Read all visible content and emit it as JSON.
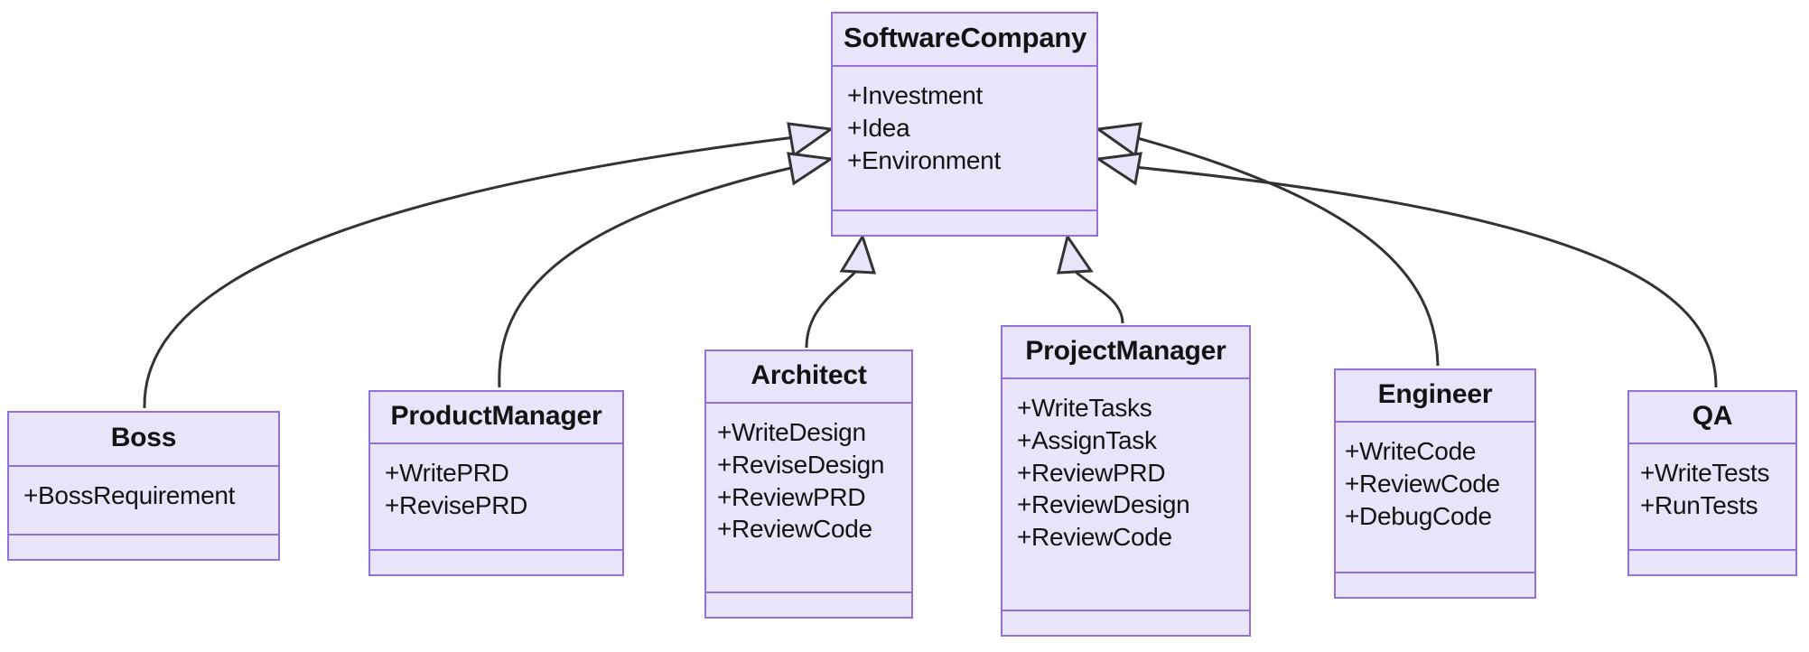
{
  "diagram": {
    "type": "uml-class-diagram",
    "relationship": "generalization",
    "colors": {
      "class_fill": "#e8e4fa",
      "class_border": "#9370db",
      "edge_stroke": "#333333",
      "arrowhead_fill": "#e8e4fa",
      "text": "#131313",
      "background": "#ffffff"
    },
    "classes": [
      {
        "id": "softwarecompany",
        "name": "SoftwareCompany",
        "members": [
          "+Investment",
          "+Idea",
          "+Environment"
        ],
        "methods": []
      },
      {
        "id": "boss",
        "name": "Boss",
        "members": [
          "+BossRequirement"
        ],
        "methods": []
      },
      {
        "id": "productmanager",
        "name": "ProductManager",
        "members": [
          "+WritePRD",
          "+RevisePRD"
        ],
        "methods": []
      },
      {
        "id": "architect",
        "name": "Architect",
        "members": [
          "+WriteDesign",
          "+ReviseDesign",
          "+ReviewPRD",
          "+ReviewCode"
        ],
        "methods": []
      },
      {
        "id": "projectmanager",
        "name": "ProjectManager",
        "members": [
          "+WriteTasks",
          "+AssignTask",
          "+ReviewPRD",
          "+ReviewDesign",
          "+ReviewCode"
        ],
        "methods": []
      },
      {
        "id": "engineer",
        "name": "Engineer",
        "members": [
          "+WriteCode",
          "+ReviewCode",
          "+DebugCode"
        ],
        "methods": []
      },
      {
        "id": "qa",
        "name": "QA",
        "members": [
          "+WriteTests",
          "+RunTests"
        ],
        "methods": []
      }
    ],
    "edges": [
      {
        "from": "boss",
        "to": "softwarecompany",
        "kind": "inheritance-arrow",
        "arrowhead": "hollow-triangle"
      },
      {
        "from": "productmanager",
        "to": "softwarecompany",
        "kind": "inheritance-arrow",
        "arrowhead": "hollow-triangle"
      },
      {
        "from": "architect",
        "to": "softwarecompany",
        "kind": "inheritance-arrow",
        "arrowhead": "hollow-triangle"
      },
      {
        "from": "projectmanager",
        "to": "softwarecompany",
        "kind": "inheritance-arrow",
        "arrowhead": "hollow-triangle"
      },
      {
        "from": "engineer",
        "to": "softwarecompany",
        "kind": "inheritance-arrow",
        "arrowhead": "hollow-triangle"
      },
      {
        "from": "qa",
        "to": "softwarecompany",
        "kind": "inheritance-arrow",
        "arrowhead": "hollow-triangle"
      }
    ]
  }
}
